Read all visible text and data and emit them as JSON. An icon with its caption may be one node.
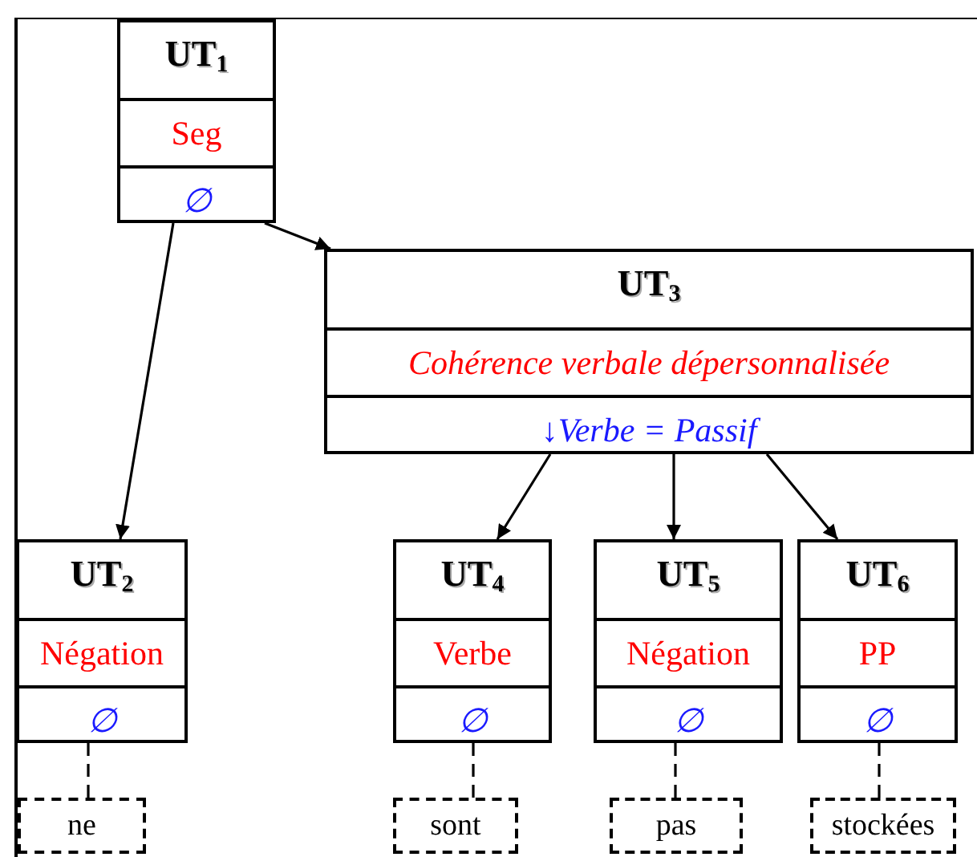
{
  "diagram": {
    "nodes": [
      {
        "text": [
          "UT$_{1}$",
          "Seg",
          "∅"
        ]
      },
      {
        "text": [
          "UT$_{3}$",
          "Cohérence verbale dépersonnalisée",
          "↓Verbe = Passif"
        ]
      },
      {
        "text": [
          "UT$_{2}$",
          "Négation",
          "∅"
        ]
      },
      {
        "text": [
          "UT$_{4}$",
          "Verbe",
          "∅"
        ]
      },
      {
        "text": [
          "UT$_{5}$",
          "Négation",
          "∅"
        ]
      },
      {
        "text": [
          "UT$_{6}$",
          "PP",
          "∅"
        ]
      },
      {
        "text": [
          "ne"
        ]
      },
      {
        "text": [
          "sont"
        ]
      },
      {
        "text": [
          "pas"
        ]
      },
      {
        "text": [
          "stockées"
        ]
      }
    ],
    "edges": [
      {
        "from": 0,
        "to": 2,
        "arrow": "to"
      },
      {
        "from": 0,
        "to": 1,
        "arrow": "to"
      },
      {
        "from": 1,
        "to": 3,
        "arrow": "to"
      },
      {
        "from": 1,
        "to": 4,
        "arrow": "to"
      },
      {
        "from": 1,
        "to": 5,
        "arrow": "to"
      },
      {
        "from": 2,
        "to": 6,
        "arrow": "none",
        "style": "dashed"
      },
      {
        "from": 3,
        "to": 7,
        "arrow": "none",
        "style": "dashed"
      },
      {
        "from": 4,
        "to": 8,
        "arrow": "none",
        "style": "dashed"
      },
      {
        "from": 5,
        "to": 9,
        "arrow": "none",
        "style": "dashed"
      }
    ]
  }
}
